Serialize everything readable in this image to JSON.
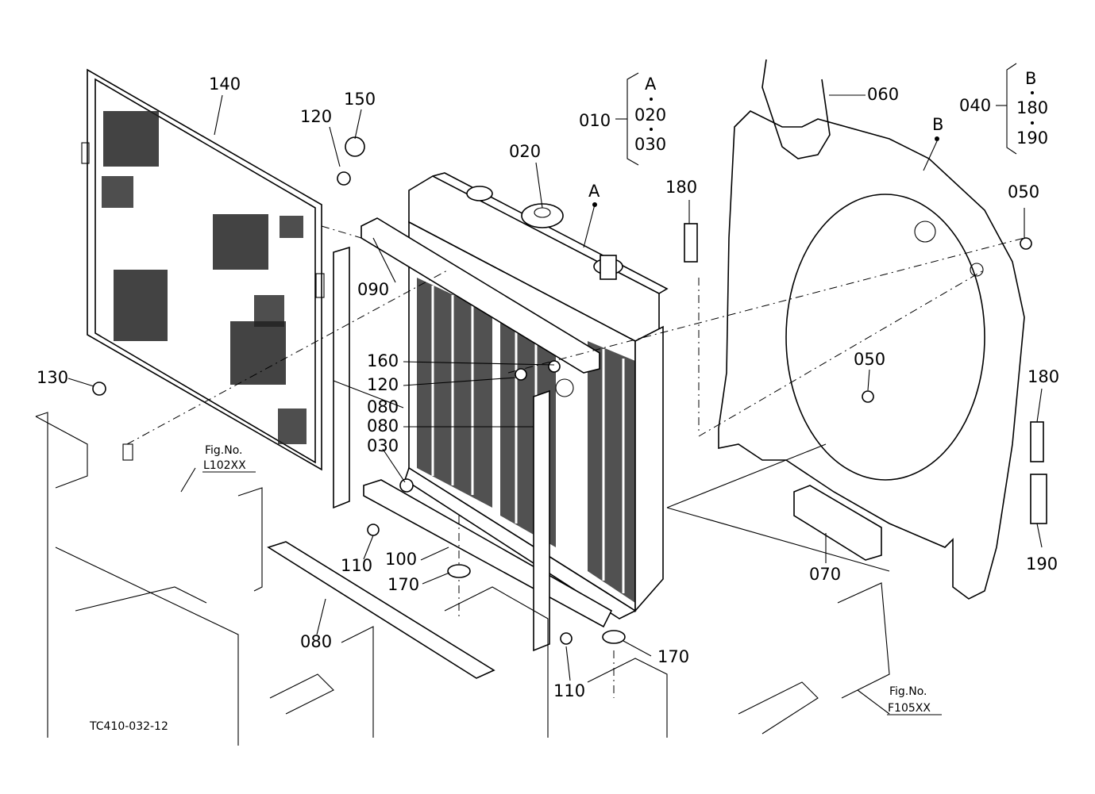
{
  "labels": {
    "p010": "010",
    "p020_top": "020",
    "p020": "020",
    "p030_top": "030",
    "p030": "030",
    "p040": "040",
    "p050_a": "050",
    "p050_b": "050",
    "p060": "060",
    "p070": "070",
    "p080_a": "080",
    "p080_b": "080",
    "p080_c": "080",
    "p090": "090",
    "p100": "100",
    "p110_a": "110",
    "p110_b": "110",
    "p120_a": "120",
    "p120_b": "120",
    "p130": "130",
    "p140": "140",
    "p150": "150",
    "p160": "160",
    "p170_a": "170",
    "p170_b": "170",
    "p180_top": "180",
    "p180_a": "180",
    "p180_b": "180",
    "p190_top": "190",
    "p190": "190",
    "A_top": "A",
    "A": "A",
    "B_top": "B",
    "B": "B"
  },
  "references": {
    "fig_left_label": "Fig.No.",
    "fig_left": "L102XX",
    "fig_right_label": "Fig.No.",
    "fig_right": "F105XX"
  },
  "drawing_id": "TC410-032-12"
}
